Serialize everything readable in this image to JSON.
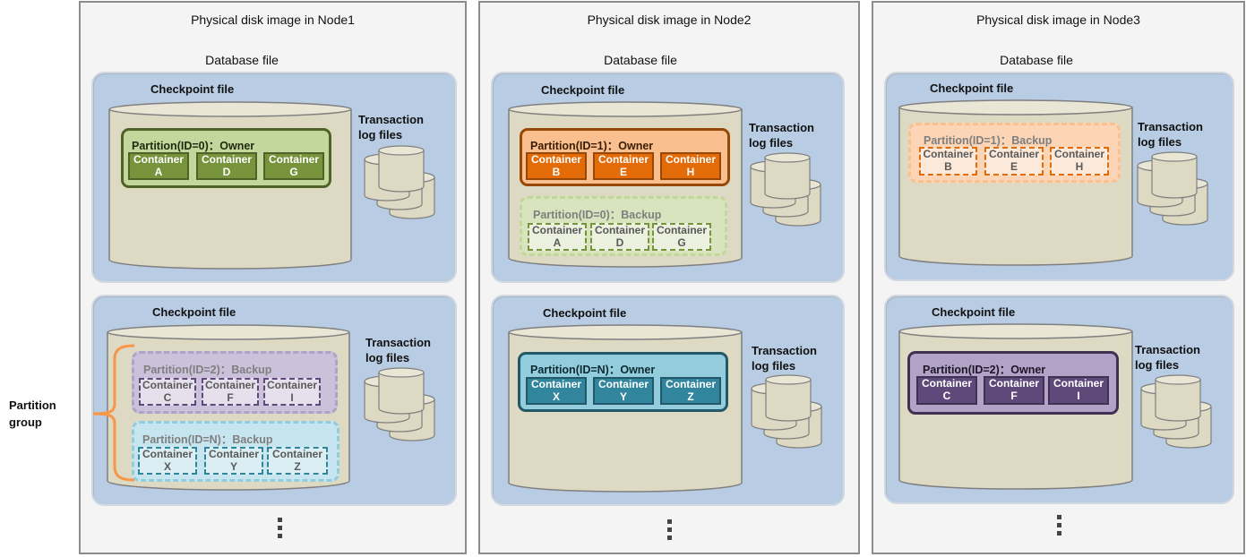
{
  "nodes": [
    {
      "title": "Physical disk image in Node1",
      "database_label": "Database file",
      "checkpoints": [
        {
          "label": "Checkpoint file",
          "log_label": "Transaction log files",
          "partitions": [
            {
              "title": "Partition(ID=0)：Owner",
              "role": "owner",
              "color": "#77933c",
              "containers": [
                {
                  "name": "Container",
                  "id": "A"
                },
                {
                  "name": "Container",
                  "id": "D"
                },
                {
                  "name": "Container",
                  "id": "G"
                }
              ]
            }
          ]
        },
        {
          "label": "Checkpoint file",
          "log_label": "Transaction log files",
          "partitions": [
            {
              "title": "Partition(ID=2)：Backup",
              "role": "backup",
              "color": "#8064a2",
              "containers": [
                {
                  "name": "Container",
                  "id": "C"
                },
                {
                  "name": "Container",
                  "id": "F"
                },
                {
                  "name": "Container",
                  "id": "I"
                }
              ]
            },
            {
              "title": "Partition(ID=N)：Backup",
              "role": "backup",
              "color": "#31859c",
              "containers": [
                {
                  "name": "Container",
                  "id": "X"
                },
                {
                  "name": "Container",
                  "id": "Y"
                },
                {
                  "name": "Container",
                  "id": "Z"
                }
              ]
            }
          ]
        }
      ]
    },
    {
      "title": "Physical disk image in Node2",
      "database_label": "Database file",
      "checkpoints": [
        {
          "label": "Checkpoint file",
          "log_label": "Transaction log files",
          "partitions": [
            {
              "title": "Partition(ID=1)：Owner",
              "role": "owner",
              "color": "#e36c09",
              "containers": [
                {
                  "name": "Container",
                  "id": "B"
                },
                {
                  "name": "Container",
                  "id": "E"
                },
                {
                  "name": "Container",
                  "id": "H"
                }
              ]
            },
            {
              "title": "Partition(ID=0)：Backup",
              "role": "backup",
              "color": "#77933c",
              "containers": [
                {
                  "name": "Container",
                  "id": "A"
                },
                {
                  "name": "Container",
                  "id": "D"
                },
                {
                  "name": "Container",
                  "id": "G"
                }
              ]
            }
          ]
        },
        {
          "label": "Checkpoint file",
          "log_label": "Transaction log files",
          "partitions": [
            {
              "title": "Partition(ID=N)：Owner",
              "role": "owner",
              "color": "#31859c",
              "containers": [
                {
                  "name": "Container",
                  "id": "X"
                },
                {
                  "name": "Container",
                  "id": "Y"
                },
                {
                  "name": "Container",
                  "id": "Z"
                }
              ]
            }
          ]
        }
      ]
    },
    {
      "title": "Physical disk image in Node3",
      "database_label": "Database file",
      "checkpoints": [
        {
          "label": "Checkpoint file",
          "log_label": "Transaction log files",
          "partitions": [
            {
              "title": "Partition(ID=1)：Backup",
              "role": "backup",
              "color": "#e36c09",
              "containers": [
                {
                  "name": "Container",
                  "id": "B"
                },
                {
                  "name": "Container",
                  "id": "E"
                },
                {
                  "name": "Container",
                  "id": "H"
                }
              ]
            }
          ]
        },
        {
          "label": "Checkpoint file",
          "log_label": "Transaction log files",
          "partitions": [
            {
              "title": "Partition(ID=2)：Owner",
              "role": "owner",
              "color": "#5f497a",
              "containers": [
                {
                  "name": "Container",
                  "id": "C"
                },
                {
                  "name": "Container",
                  "id": "F"
                },
                {
                  "name": "Container",
                  "id": "I"
                }
              ]
            }
          ]
        }
      ]
    }
  ],
  "partition_group_label": "Partition group",
  "colors": {
    "panel": "#b8cce4",
    "cylinder": "#ddd9c3",
    "bracket": "#f79646"
  }
}
